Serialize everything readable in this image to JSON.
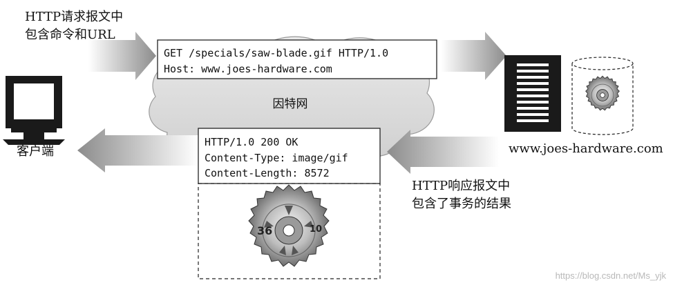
{
  "request_note": {
    "line1": "HTTP请求报文中",
    "line2": "包含命令和URL"
  },
  "request_message": {
    "line1": "GET /specials/saw-blade.gif HTTP/1.0",
    "line2": "Host: www.joes-hardware.com"
  },
  "cloud_label": "因特网",
  "client_label": "客户端",
  "server_label": "www.joes-hardware.com",
  "response_message": {
    "line1": "HTTP/1.0 200 OK",
    "line2": "Content-Type: image/gif",
    "line3": "Content-Length: 8572"
  },
  "response_note": {
    "line1": "HTTP响应报文中",
    "line2": "包含了事务的结果"
  },
  "saw_blade": {
    "left_number": "36",
    "right_number": "10"
  },
  "watermark": "https://blog.csdn.net/Ms_yjk"
}
